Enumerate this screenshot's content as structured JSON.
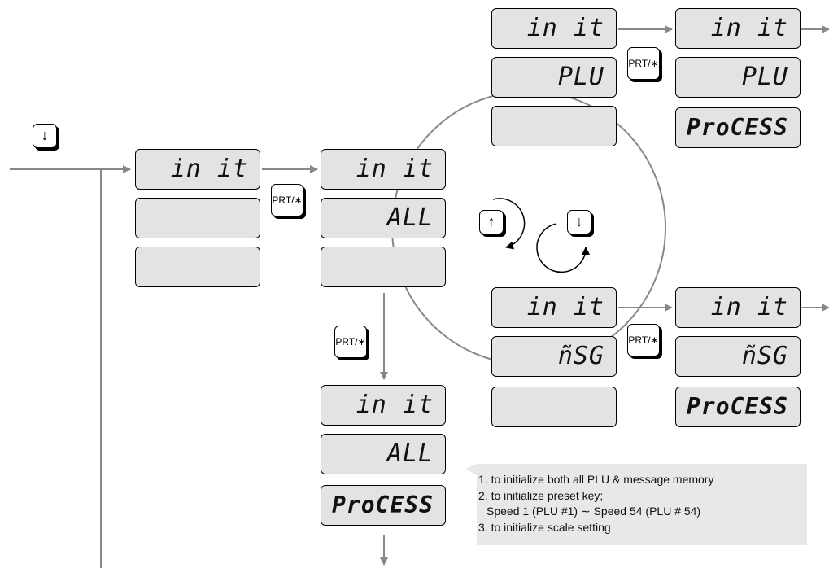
{
  "keys": {
    "down": "↓",
    "up": "↑",
    "prt": "PRT/∗"
  },
  "display": {
    "init": "in it",
    "all": "ALL",
    "plu": "PLU",
    "msg": "ñSG",
    "process": "ProCESS"
  },
  "note": {
    "lines": [
      "1. to initialize both all  PLU & message memory",
      "2. to initialize preset key;",
      "Speed 1 (PLU #1) ∼ Speed 54 (PLU # 54)",
      "3. to initialize scale setting"
    ]
  },
  "colors": {
    "lcd_fill": "#e3e3e3",
    "arrow": "#888888",
    "note_fill": "#e8e8e8"
  }
}
